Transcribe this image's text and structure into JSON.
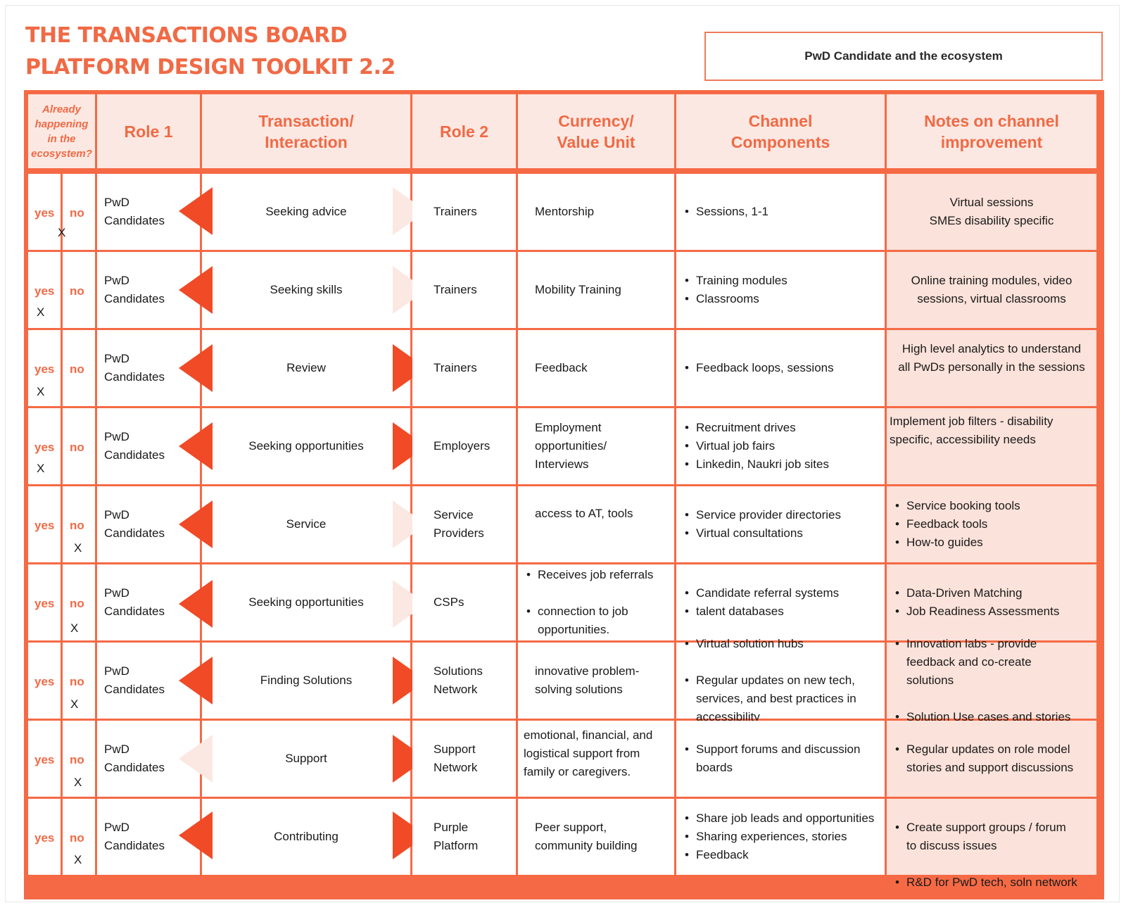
{
  "header": {
    "title_line1": "THE TRANSACTIONS BOARD",
    "title_line2": "PLATFORM DESIGN TOOLKIT 2.2",
    "subtitle": "PwD Candidate and the ecosystem"
  },
  "columns": {
    "already": "Already\nhappening\nin the\necosystem?",
    "role1": "Role 1",
    "transaction": "Transaction/\nInteraction",
    "role2": "Role 2",
    "currency": "Currency/\nValue Unit",
    "channel": "Channel\nComponents",
    "notes": "Notes on channel\nimprovement"
  },
  "labels": {
    "yes": "yes",
    "no": "no",
    "mark": "X"
  },
  "rows": [
    {
      "role1": "PwD\nCandidates",
      "transaction": "Seeking advice",
      "role2": "Trainers",
      "currency": "Mentorship",
      "channel": [
        "Sessions, 1-1"
      ],
      "notes": "Virtual sessions\nSMEs disability specific"
    },
    {
      "role1": "PwD\nCandidates",
      "transaction": "Seeking skills",
      "role2": "Trainers",
      "currency": "Mobility Training",
      "channel": [
        "Training modules",
        "Classrooms"
      ],
      "notes": "Online training modules, video\nsessions, virtual classrooms"
    },
    {
      "role1": "PwD\nCandidates",
      "transaction": "Review",
      "role2": "Trainers",
      "currency": "Feedback",
      "channel": [
        "Feedback loops, sessions"
      ],
      "notes": "High level analytics to understand\nall PwDs personally in the sessions"
    },
    {
      "role1": "PwD\nCandidates",
      "transaction": "Seeking opportunities",
      "role2": "Employers",
      "currency": "Employment\nopportunities/\nInterviews",
      "channel": [
        "Recruitment drives",
        "Virtual job fairs",
        "Linkedin, Naukri job sites"
      ],
      "notes": "Implement job filters - disability\nspecific, accessibility needs"
    },
    {
      "role1": "PwD\nCandidates",
      "transaction": "Service",
      "role2": "Service\nProviders",
      "currency": "access to AT, tools",
      "channel": [
        "Service provider directories",
        "Virtual consultations"
      ],
      "notes_list": [
        "Service booking tools",
        "Feedback tools",
        "How-to guides"
      ]
    },
    {
      "role1": "PwD\nCandidates",
      "transaction": "Seeking opportunities",
      "role2": "CSPs",
      "currency_list": [
        "Receives job referrals",
        "connection to job\nopportunities."
      ],
      "channel": [
        "Candidate referral systems",
        "talent databases"
      ],
      "notes_list": [
        "Data-Driven Matching",
        "Job Readiness Assessments"
      ]
    },
    {
      "role1": "PwD\nCandidates",
      "transaction": "Finding Solutions",
      "role2": "Solutions\nNetwork",
      "currency": "innovative problem-\nsolving solutions",
      "channel": [
        "Virtual solution hubs",
        "Regular updates on new tech,\nservices, and best practices in\naccessibility"
      ],
      "notes_list": [
        "Innovation labs - provide\nfeedback and co-create\nsolutions",
        "Solution Use cases and stories"
      ]
    },
    {
      "role1": "PwD\nCandidates",
      "transaction": "Support",
      "role2": "Support\nNetwork",
      "currency": "emotional, financial, and\nlogistical support from\nfamily or caregivers.",
      "channel": [
        "Support forums and discussion\nboards"
      ],
      "notes_list": [
        "Regular updates on role model\nstories and support discussions"
      ]
    },
    {
      "role1": "PwD\nCandidates",
      "transaction": "Contributing",
      "role2": "Purple\nPlatform",
      "currency": "Peer support,\ncommunity building",
      "channel": [
        "Share job leads and opportunities",
        "Sharing experiences, stories",
        "Feedback"
      ],
      "notes_list": [
        "Create support groups / forum\nto discuss issues",
        "R&D for PwD tech, soln network"
      ]
    }
  ]
}
